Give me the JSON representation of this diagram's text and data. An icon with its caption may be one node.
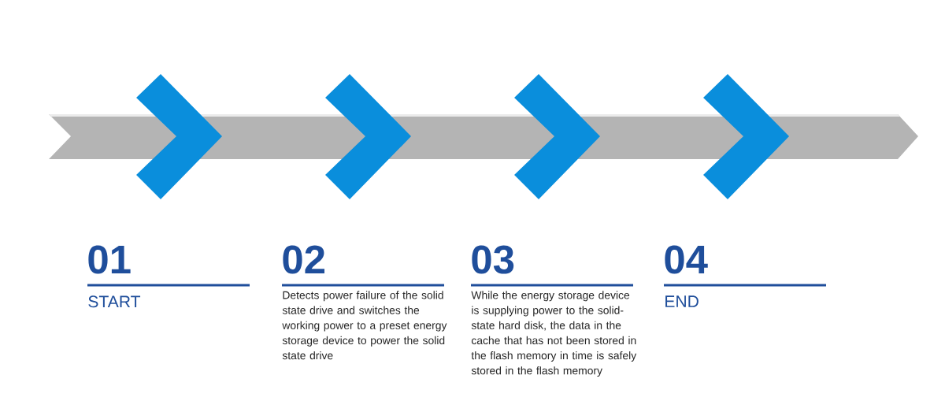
{
  "diagram": {
    "labels": [
      "01",
      "START",
      "02",
      "Detects power failure of the solid state drive and switches the working power to a preset energy storage device to power the solid state drive",
      "03",
      "While the energy storage device is supplying power to the solid-state hard disk, the data in the cache that has not been stored in the flash memory in time is safely stored in the flash memory",
      "04",
      "END"
    ]
  }
}
